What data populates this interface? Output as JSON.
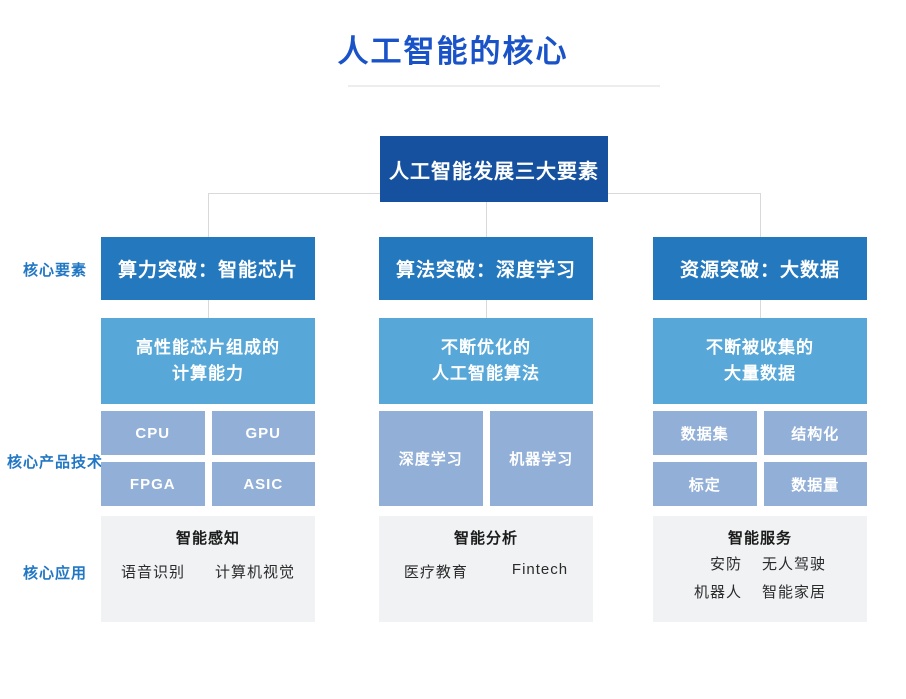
{
  "slide": {
    "title": "人工智能的核心",
    "top_box_label": "人工智能发展三大要素"
  },
  "side_labels": [
    {
      "label": "核心要素"
    },
    {
      "label": "核心产品技术"
    },
    {
      "label": "核心应用"
    }
  ],
  "columns": [
    {
      "header": "算力突破：智能芯片",
      "body_line1": "高性能芯片组成的",
      "body_line2": "计算能力",
      "cells": [
        "CPU",
        "GPU",
        "FPGA",
        "ASIC"
      ],
      "app_title": "智能感知",
      "app_items": [
        "语音识别",
        "计算机视觉"
      ]
    },
    {
      "header": "算法突破：深度学习",
      "body_line1": "不断优化的",
      "body_line2": "人工智能算法",
      "cells": [
        "深度学习",
        "机器学习"
      ],
      "app_title": "智能分析",
      "app_items": [
        "医疗教育",
        "Fintech"
      ]
    },
    {
      "header": "资源突破：大数据",
      "body_line1": "不断被收集的",
      "body_line2": "大量数据",
      "cells": [
        "数据集",
        "结构化",
        "标定",
        "数据量"
      ],
      "app_title": "智能服务",
      "app_items": [
        "安防",
        "无人驾驶",
        "机器人",
        "智能家居"
      ]
    }
  ],
  "colors": {
    "title_blue": "#1a53c8",
    "top_box_blue": "#15519e",
    "header_blue": "#2478be",
    "body_blue": "#57a8d8",
    "cell_blue": "#92afd7",
    "app_panel_gray": "#f0f2f4",
    "side_label_blue": "#2277c4",
    "connector_gray": "#d9d9d9"
  }
}
